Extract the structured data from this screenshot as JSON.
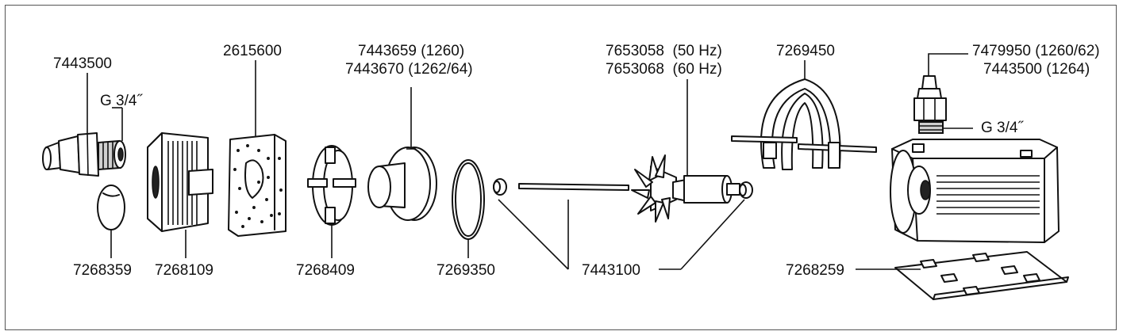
{
  "parts": {
    "outlet_nozzle": {
      "code": "7443500",
      "thread": "G 3/4˝"
    },
    "end_cap": {
      "code": "7268359"
    },
    "filter_housing": {
      "code": "7268109"
    },
    "filter_sponge": {
      "code": "2615600"
    },
    "intake_cover": {
      "code": "7268409"
    },
    "pump_cover": {
      "code_a": "7443659 (1260)",
      "code_b": "7443670 (1262/64)"
    },
    "o_ring": {
      "code": "7269350"
    },
    "shaft_bearings": {
      "code": "7443100"
    },
    "impeller": {
      "code_a": "7653058  (50 Hz)",
      "code_b": "7653068  (60 Hz)"
    },
    "handle_bracket": {
      "code": "7269450"
    },
    "motor_nozzle": {
      "code_a": "7479950 (1260/62)",
      "code_b": "7443500 (1264)",
      "thread": "G 3/4˝"
    },
    "base_plate": {
      "code": "7268259"
    }
  }
}
